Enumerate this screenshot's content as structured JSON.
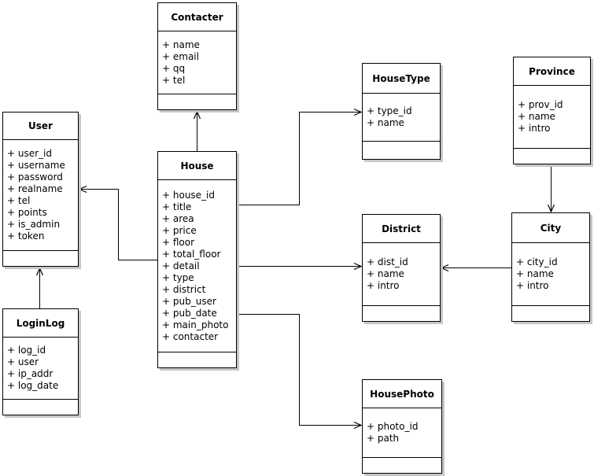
{
  "diagram": {
    "background_color": "#ffffff",
    "line_color": "#000000",
    "shadow_color": "#c6c6c6",
    "classes": [
      {
        "name": "Contacter",
        "attributes": [
          "+ name",
          "+ email",
          "+ qq",
          "+ tel"
        ]
      },
      {
        "name": "User",
        "attributes": [
          "+ user_id",
          "+ username",
          "+ password",
          "+ realname",
          "+ tel",
          "+ points",
          "+ is_admin",
          "+ token"
        ]
      },
      {
        "name": "LoginLog",
        "attributes": [
          "+ log_id",
          "+ user",
          "+ ip_addr",
          "+ log_date"
        ]
      },
      {
        "name": "House",
        "attributes": [
          "+ house_id",
          "+ title",
          "+ area",
          "+ price",
          "+ floor",
          "+ total_floor",
          "+ detail",
          "+ type",
          "+ district",
          "+ pub_user",
          "+ pub_date",
          "+ main_photo",
          "+ contacter"
        ]
      },
      {
        "name": "HouseType",
        "attributes": [
          "+ type_id",
          "+ name"
        ]
      },
      {
        "name": "Province",
        "attributes": [
          "+ prov_id",
          "+ name",
          "+ intro"
        ]
      },
      {
        "name": "District",
        "attributes": [
          "+ dist_id",
          "+ name",
          "+ intro"
        ]
      },
      {
        "name": "City",
        "attributes": [
          "+ city_id",
          "+ name",
          "+ intro"
        ]
      },
      {
        "name": "HousePhoto",
        "attributes": [
          "+ photo_id",
          "+ path"
        ]
      }
    ],
    "relationships": [
      {
        "from": "House",
        "to": "Contacter"
      },
      {
        "from": "House",
        "to": "User"
      },
      {
        "from": "LoginLog",
        "to": "User"
      },
      {
        "from": "House",
        "to": "HouseType"
      },
      {
        "from": "House",
        "to": "District"
      },
      {
        "from": "House",
        "to": "HousePhoto"
      },
      {
        "from": "City",
        "to": "District"
      },
      {
        "from": "Province",
        "to": "City"
      }
    ]
  }
}
